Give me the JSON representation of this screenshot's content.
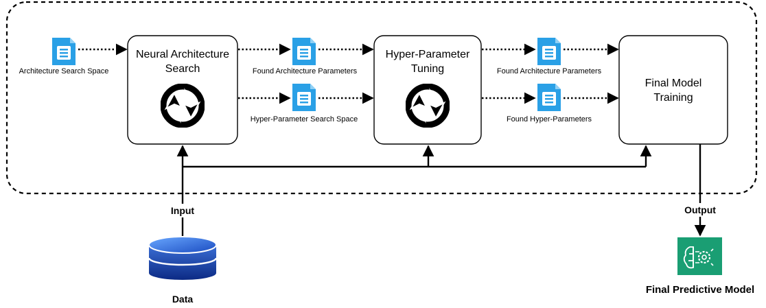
{
  "stages": {
    "nas": {
      "line1": "Neural Architecture",
      "line2": "Search"
    },
    "hpt": {
      "line1": "Hyper-Parameter",
      "line2": "Tuning"
    },
    "final": {
      "line1": "Final Model",
      "line2": "Training"
    }
  },
  "documents": {
    "arch_search_space": "Architecture Search Space",
    "found_arch_1": "Found Architecture Parameters",
    "hp_search_space": "Hyper-Parameter Search Space",
    "found_arch_2": "Found Architecture Parameters",
    "found_hp": "Found Hyper-Parameters"
  },
  "io": {
    "input": "Input",
    "output": "Output",
    "data": "Data",
    "final_model": "Final Predictive Model"
  },
  "colors": {
    "doc_icon": "#2aa0e6",
    "db_top": "#1d4fbf",
    "db_body": "#0d2e8f",
    "model_icon": "#1a9e73"
  },
  "icons": {
    "process": "refresh-cycle-icon",
    "document": "document-icon",
    "database": "database-icon",
    "model": "brain-gear-icon"
  }
}
